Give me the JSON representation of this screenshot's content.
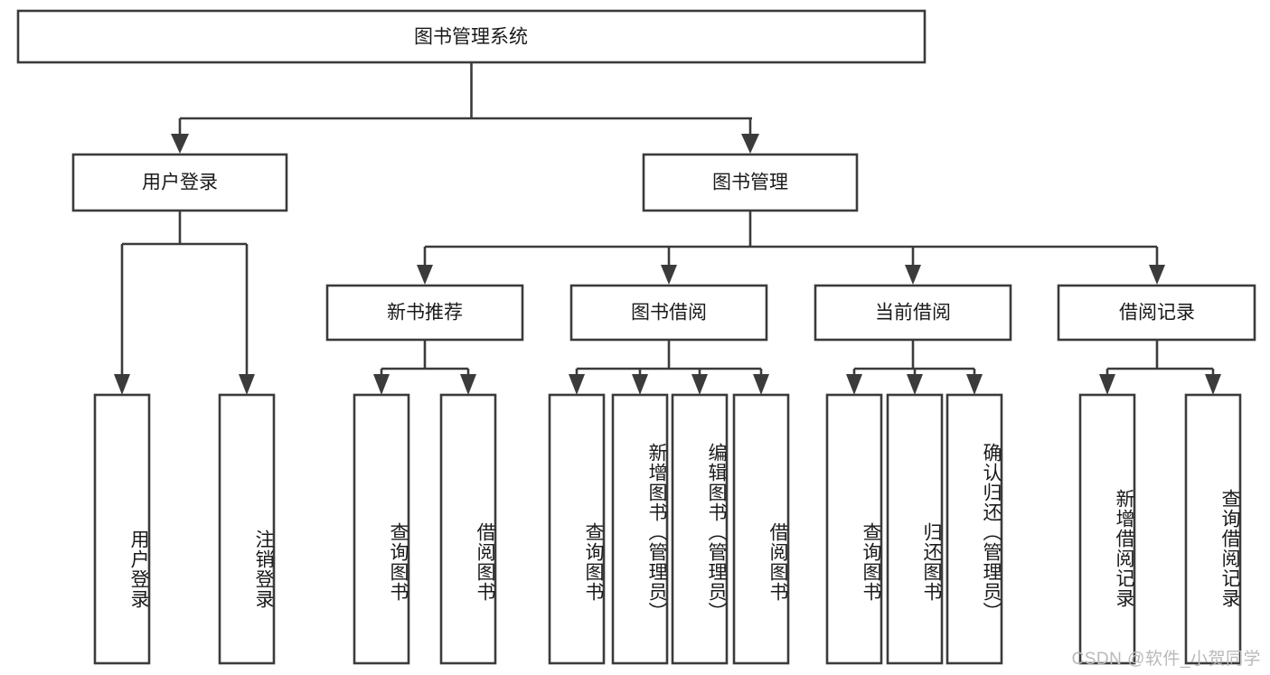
{
  "diagram": {
    "type": "tree-hierarchy",
    "title": "图书管理系统",
    "root": {
      "id": "root",
      "label": "图书管理系统",
      "orientation": "horizontal"
    },
    "level2": [
      {
        "id": "user-login",
        "label": "用户登录",
        "orientation": "horizontal"
      },
      {
        "id": "book-manage",
        "label": "图书管理",
        "orientation": "horizontal"
      }
    ],
    "level3": [
      {
        "id": "new-book-recommend",
        "label": "新书推荐",
        "orientation": "horizontal",
        "parent": "book-manage"
      },
      {
        "id": "book-borrow",
        "label": "图书借阅",
        "orientation": "horizontal",
        "parent": "book-manage"
      },
      {
        "id": "current-borrow",
        "label": "当前借阅",
        "orientation": "horizontal",
        "parent": "book-manage"
      },
      {
        "id": "borrow-record",
        "label": "借阅记录",
        "orientation": "horizontal",
        "parent": "book-manage"
      }
    ],
    "leaves": [
      {
        "id": "leaf-user-login",
        "label": "用户登录",
        "orientation": "vertical",
        "parent": "user-login"
      },
      {
        "id": "leaf-user-logout",
        "label": "注销登录",
        "orientation": "vertical",
        "parent": "user-login"
      },
      {
        "id": "leaf-query-book-1",
        "label": "查询图书",
        "orientation": "vertical",
        "parent": "new-book-recommend"
      },
      {
        "id": "leaf-borrow-book-1",
        "label": "借阅图书",
        "orientation": "vertical",
        "parent": "new-book-recommend"
      },
      {
        "id": "leaf-query-book-2",
        "label": "查询图书",
        "orientation": "vertical",
        "parent": "book-borrow"
      },
      {
        "id": "leaf-add-book-admin",
        "label": "新增图书（管理员）",
        "orientation": "vertical",
        "parent": "book-borrow"
      },
      {
        "id": "leaf-edit-book-admin",
        "label": "编辑图书（管理员）",
        "orientation": "vertical",
        "parent": "book-borrow"
      },
      {
        "id": "leaf-borrow-book-2",
        "label": "借阅图书",
        "orientation": "vertical",
        "parent": "book-borrow"
      },
      {
        "id": "leaf-query-book-3",
        "label": "查询图书",
        "orientation": "vertical",
        "parent": "current-borrow"
      },
      {
        "id": "leaf-return-book",
        "label": "归还图书",
        "orientation": "vertical",
        "parent": "current-borrow"
      },
      {
        "id": "leaf-confirm-return-admin",
        "label": "确认归还（管理员）",
        "orientation": "vertical",
        "parent": "current-borrow"
      },
      {
        "id": "leaf-add-borrow-record",
        "label": "新增借阅记录",
        "orientation": "vertical",
        "parent": "borrow-record"
      },
      {
        "id": "leaf-query-borrow-record",
        "label": "查询借阅记录",
        "orientation": "vertical",
        "parent": "borrow-record"
      }
    ]
  },
  "watermark": {
    "text": "CSDN @软件_小贺同学"
  },
  "colors": {
    "stroke": "#3b3b3b",
    "fill": "#ffffff",
    "text": "#1a1a1a",
    "watermark": "#b9b9b9"
  }
}
